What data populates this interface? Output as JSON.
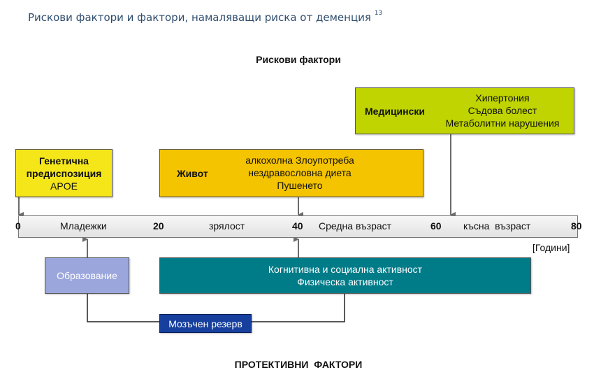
{
  "title": {
    "text": "Рискови фактори и фактори, намаляващи риска от деменция",
    "superscript": "13"
  },
  "risk_heading": "Рискови фактори",
  "protective_heading": "ПРОТЕКТИВНИ  ФАКТОРИ",
  "risk_boxes": {
    "genetic": {
      "lines": [
        "Генетична",
        "предиспозиция",
        "APOE"
      ],
      "color": "#f5e61a"
    },
    "lifestyle": {
      "label": "Живот",
      "items": [
        "алкохолна Злоупотреба",
        "нездравословна диета",
        "Пушенето"
      ],
      "color": "#f5c400"
    },
    "medical": {
      "label": "Медицински",
      "items": [
        "Хипертония",
        "Съдова болест",
        "Метаболитни нарушения"
      ],
      "color": "#bfd400"
    }
  },
  "timeline": {
    "ticks": [
      "0",
      "20",
      "40",
      "60",
      "80"
    ],
    "phases": [
      "Младежки",
      "зрялост",
      "Средна възраст",
      "късна  възраст"
    ],
    "unit": "[Години]"
  },
  "protective_boxes": {
    "education": {
      "label": "Образование",
      "color": "#9ba6dc"
    },
    "activity": {
      "items": [
        "Когнитивна и социална активност",
        "Физическа активност"
      ],
      "color": "#007b88"
    },
    "reserve": {
      "label": "Мозъчен резерв",
      "color": "#163f9e"
    }
  }
}
